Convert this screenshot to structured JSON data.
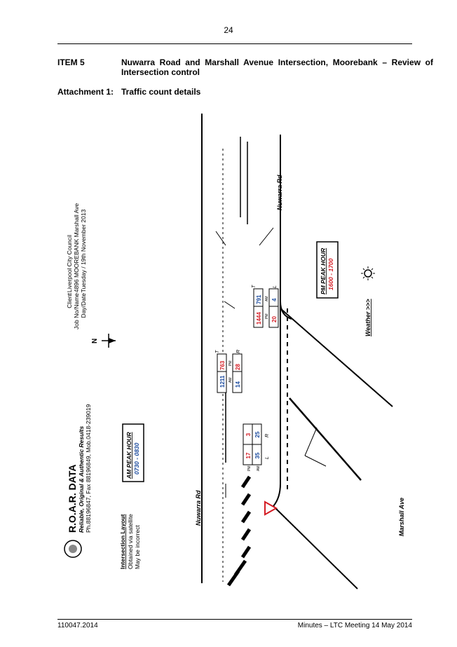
{
  "page_number": "24",
  "item": {
    "label": "ITEM 5",
    "title": "Nuwarra Road and Marshall Avenue Intersection, Moorebank – Review of Intersection control"
  },
  "attachment": {
    "label": "Attachment 1:",
    "title": "Traffic count details"
  },
  "footer": {
    "left": "110047.2014",
    "right": "Minutes – LTC Meeting 14 May 2014"
  },
  "figure": {
    "company": {
      "name": "R.O.A.R. DATA",
      "tagline": "Reliable, Original & Authentic Results",
      "contact": "Ph.88196847, Fax 88196849, Mob.0418-239019"
    },
    "info": {
      "client_label": "Client",
      "client_value": ": Liverpool City Council",
      "job_label": "Job No/Name",
      "job_value": ": 4896 MOOREBANK Marshall Ave",
      "day_label": "Day/Date",
      "day_value": ": Tuesday / 19th November 2013"
    },
    "layout_note": {
      "title": "Intersection Layout",
      "line1": "Obtained via satellite",
      "line2": "May be incorrect"
    },
    "am_peak": {
      "label": "AM PEAK HOUR",
      "time": "0730 - 0830"
    },
    "pm_peak": {
      "label": "PM PEAK HOUR",
      "time": "1600 - 1700"
    },
    "north": "N",
    "weather_label": "Weather >>>",
    "roads": {
      "nuwarra_top": "Nuwarra Rd",
      "nuwarra_bottom": "Nuwarra Rd",
      "marshall": "Marshall Ave"
    },
    "colors": {
      "am": "#1a4a9e",
      "pm": "#d41c24"
    },
    "counts": {
      "marshall_left": {
        "pm": "17",
        "am": "35",
        "movement": "L",
        "pm_tag": "PM",
        "am_tag": "AM"
      },
      "marshall_right": {
        "pm": "3",
        "am": "25",
        "movement": "R"
      },
      "west_through": {
        "am": "1211",
        "pm": "763",
        "movement": "T",
        "am_tag": "AM",
        "pm_tag": "PM"
      },
      "west_right": {
        "am": "14",
        "pm": "28",
        "movement": "R"
      },
      "east_through": {
        "pm": "1444",
        "am": "791",
        "movement": "T",
        "pm_tag": "PM",
        "am_tag": "AM"
      },
      "east_left": {
        "pm": "20",
        "am": "4",
        "movement": "L"
      }
    }
  }
}
